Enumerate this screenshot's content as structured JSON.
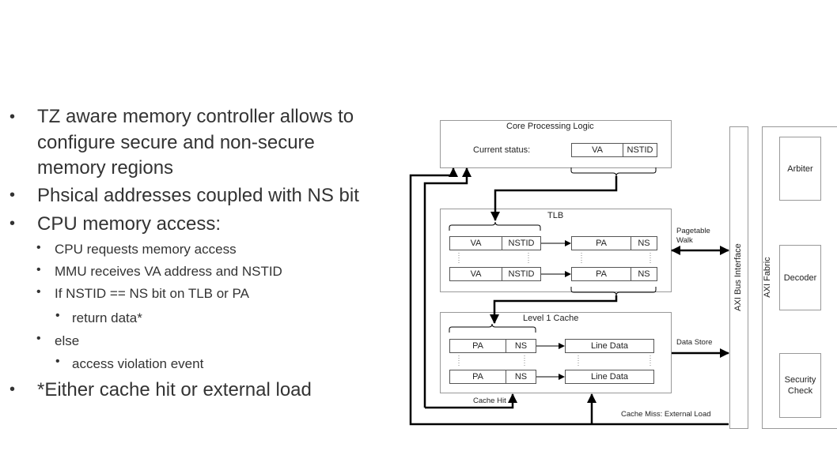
{
  "bullets": {
    "b1_line1": "TZ aware memory controller allows to",
    "b1_line2": "configure secure and non-secure",
    "b1_line3": "memory regions",
    "b2": "Phsical addresses coupled with NS bit",
    "b3": "CPU memory access:",
    "b3_1": "CPU requests memory access",
    "b3_2": "MMU receives VA address and NSTID",
    "b3_3": "If NSTID == NS bit on TLB or PA",
    "b3_3_1": "return data*",
    "b3_4": "else",
    "b3_4_1": "access violation event",
    "b4": "*Either cache hit or external load",
    "bullet": "•"
  },
  "diagram": {
    "core_title": "Core Processing Logic",
    "current_status": "Current status:",
    "va": "VA",
    "nstid": "NSTID",
    "pa": "PA",
    "ns": "NS",
    "tlb_title": "TLB",
    "l1_title": "Level 1 Cache",
    "line_data": "Line Data",
    "pagetable_walk_1": "Pagetable",
    "pagetable_walk_2": "Walk",
    "data_store": "Data Store",
    "cache_hit": "Cache Hit",
    "cache_miss": "Cache Miss: External  Load",
    "axi_bus": "AXI Bus Interface",
    "axi_fabric": "AXI Fabric",
    "arbiter": "Arbiter",
    "decoder": "Decoder",
    "security_1": "Security",
    "security_2": "Check"
  }
}
